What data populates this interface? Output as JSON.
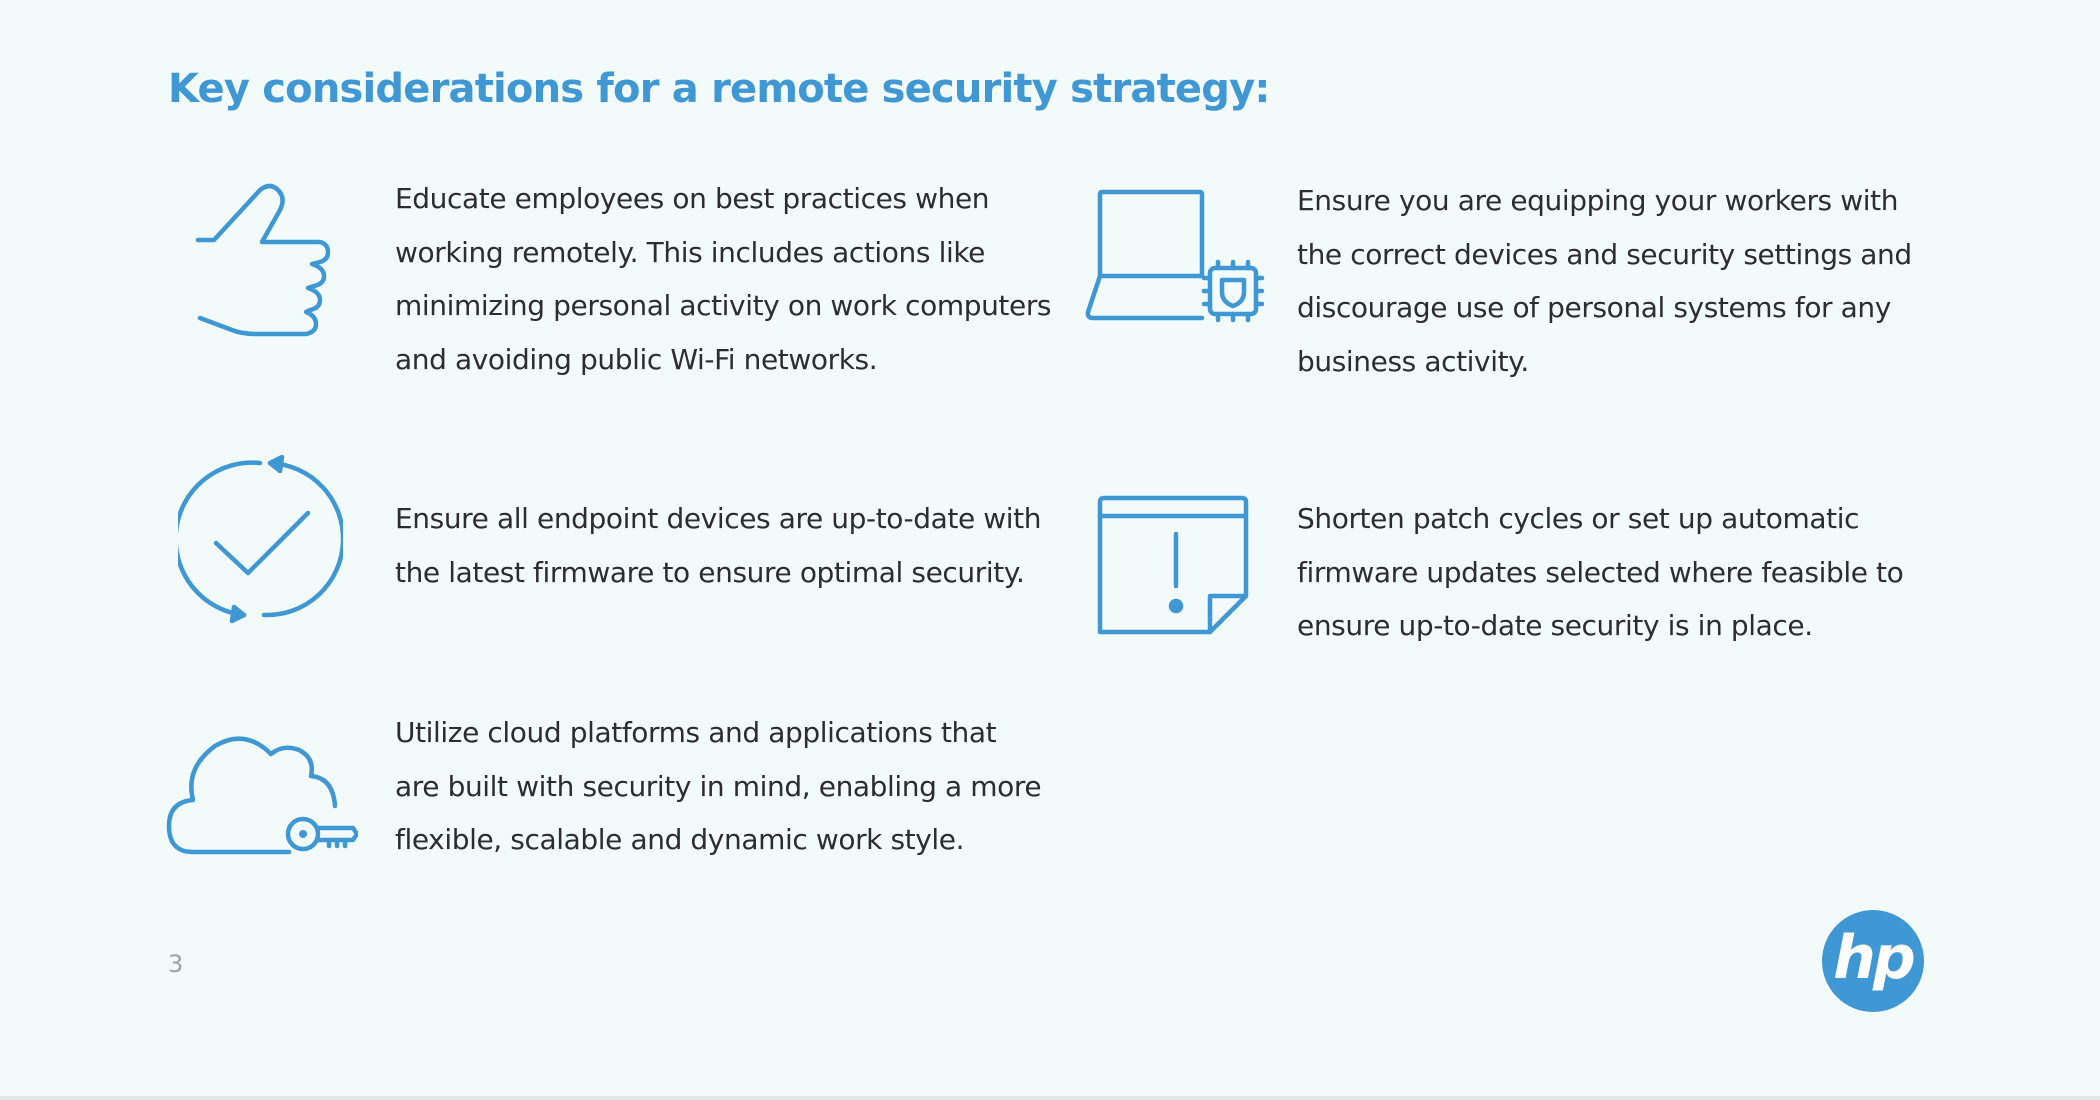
{
  "page": {
    "title": "Key considerations for a remote security strategy:",
    "page_number": "3",
    "logo_text": "hp",
    "colors": {
      "accent": "#3f97d3",
      "background": "#f2fafa",
      "body_text": "#2d2d2d"
    }
  },
  "items": [
    {
      "icon": "thumbs-up-icon",
      "text": "Educate employees on best practices when\nworking remotely. This includes actions like\nminimizing personal activity on work computers\nand avoiding public Wi-Fi networks."
    },
    {
      "icon": "laptop-security-chip-icon",
      "text": "Ensure you are equipping your workers with\nthe correct devices and security settings and\ndiscourage use of personal systems for any\nbusiness activity."
    },
    {
      "icon": "refresh-check-icon",
      "text": "Ensure all endpoint devices are up-to-date with\nthe latest firmware to ensure optimal security."
    },
    {
      "icon": "alert-note-icon",
      "text": "Shorten patch cycles or set up automatic\nfirmware updates selected where feasible to\nensure up-to-date security is in place."
    },
    {
      "icon": "cloud-key-icon",
      "text": "Utilize cloud platforms and applications that\nare built with security in mind, enabling a more\nflexible, scalable and dynamic work style."
    }
  ]
}
